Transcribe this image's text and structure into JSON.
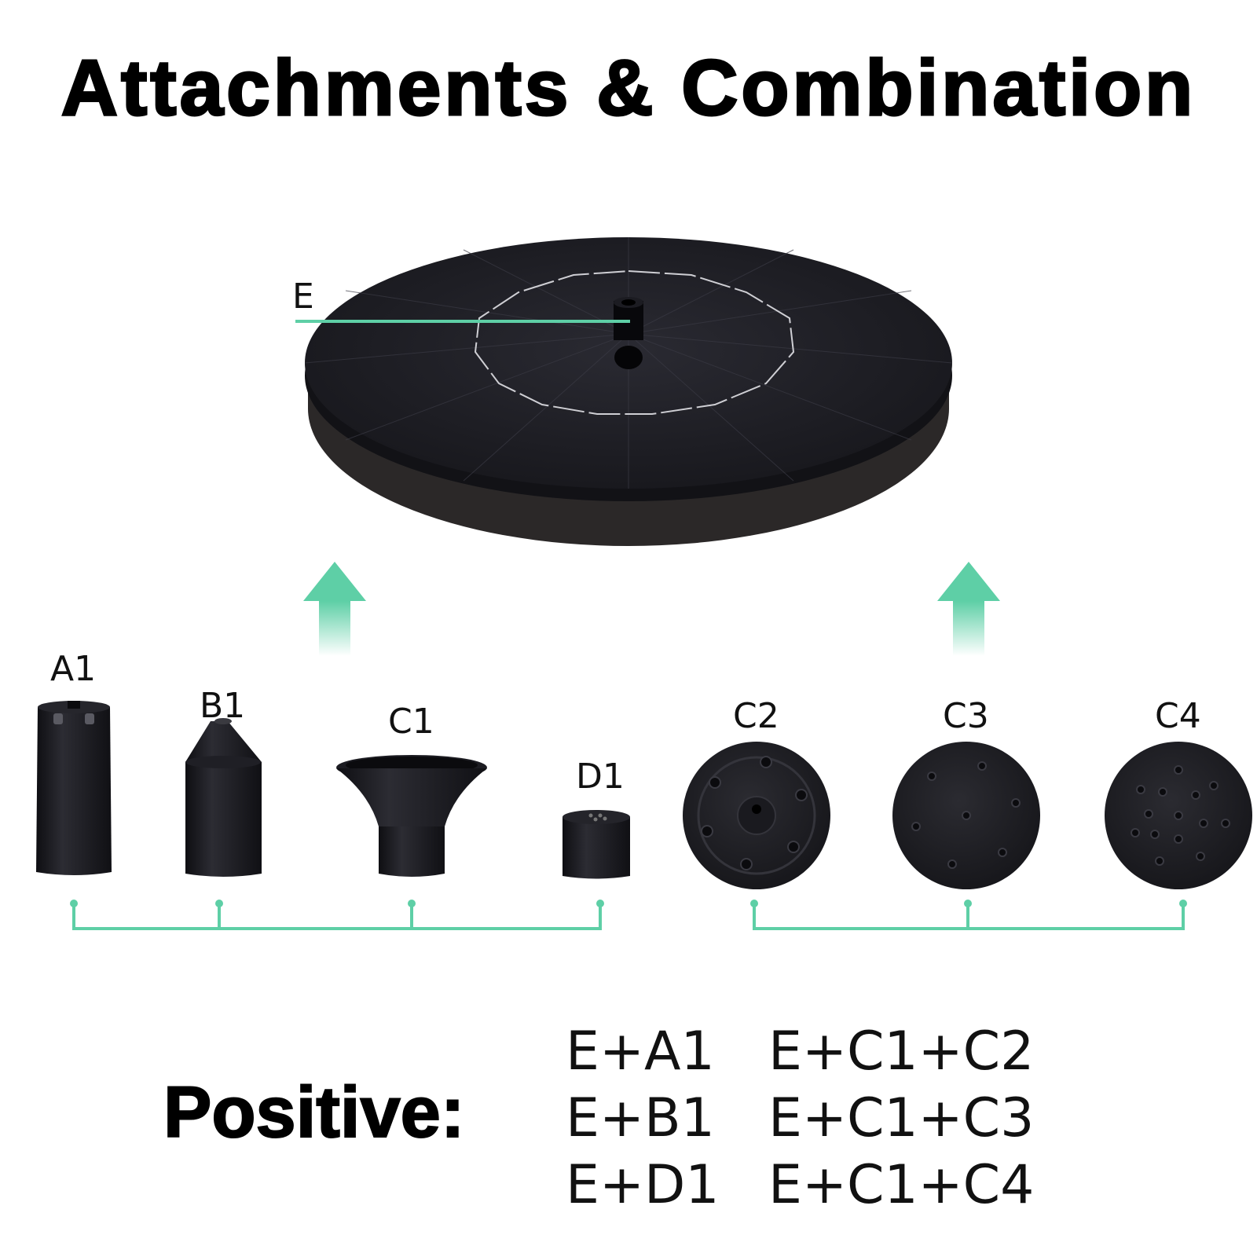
{
  "title": "Attachments & Combination",
  "labels": {
    "e": "E",
    "a1": "A1",
    "b1": "B1",
    "c1": "C1",
    "d1": "D1",
    "c2": "C2",
    "c3": "C3",
    "c4": "C4"
  },
  "positive_label": "Positive:",
  "combinations": {
    "left": [
      "E+A1",
      "E+B1",
      "E+D1"
    ],
    "right": [
      "E+C1+C2",
      "E+C1+C3",
      "E+C1+C4"
    ]
  },
  "colors": {
    "accent": "#5ecfa6",
    "product": "#1c1c22",
    "foam": "#2a2828"
  }
}
